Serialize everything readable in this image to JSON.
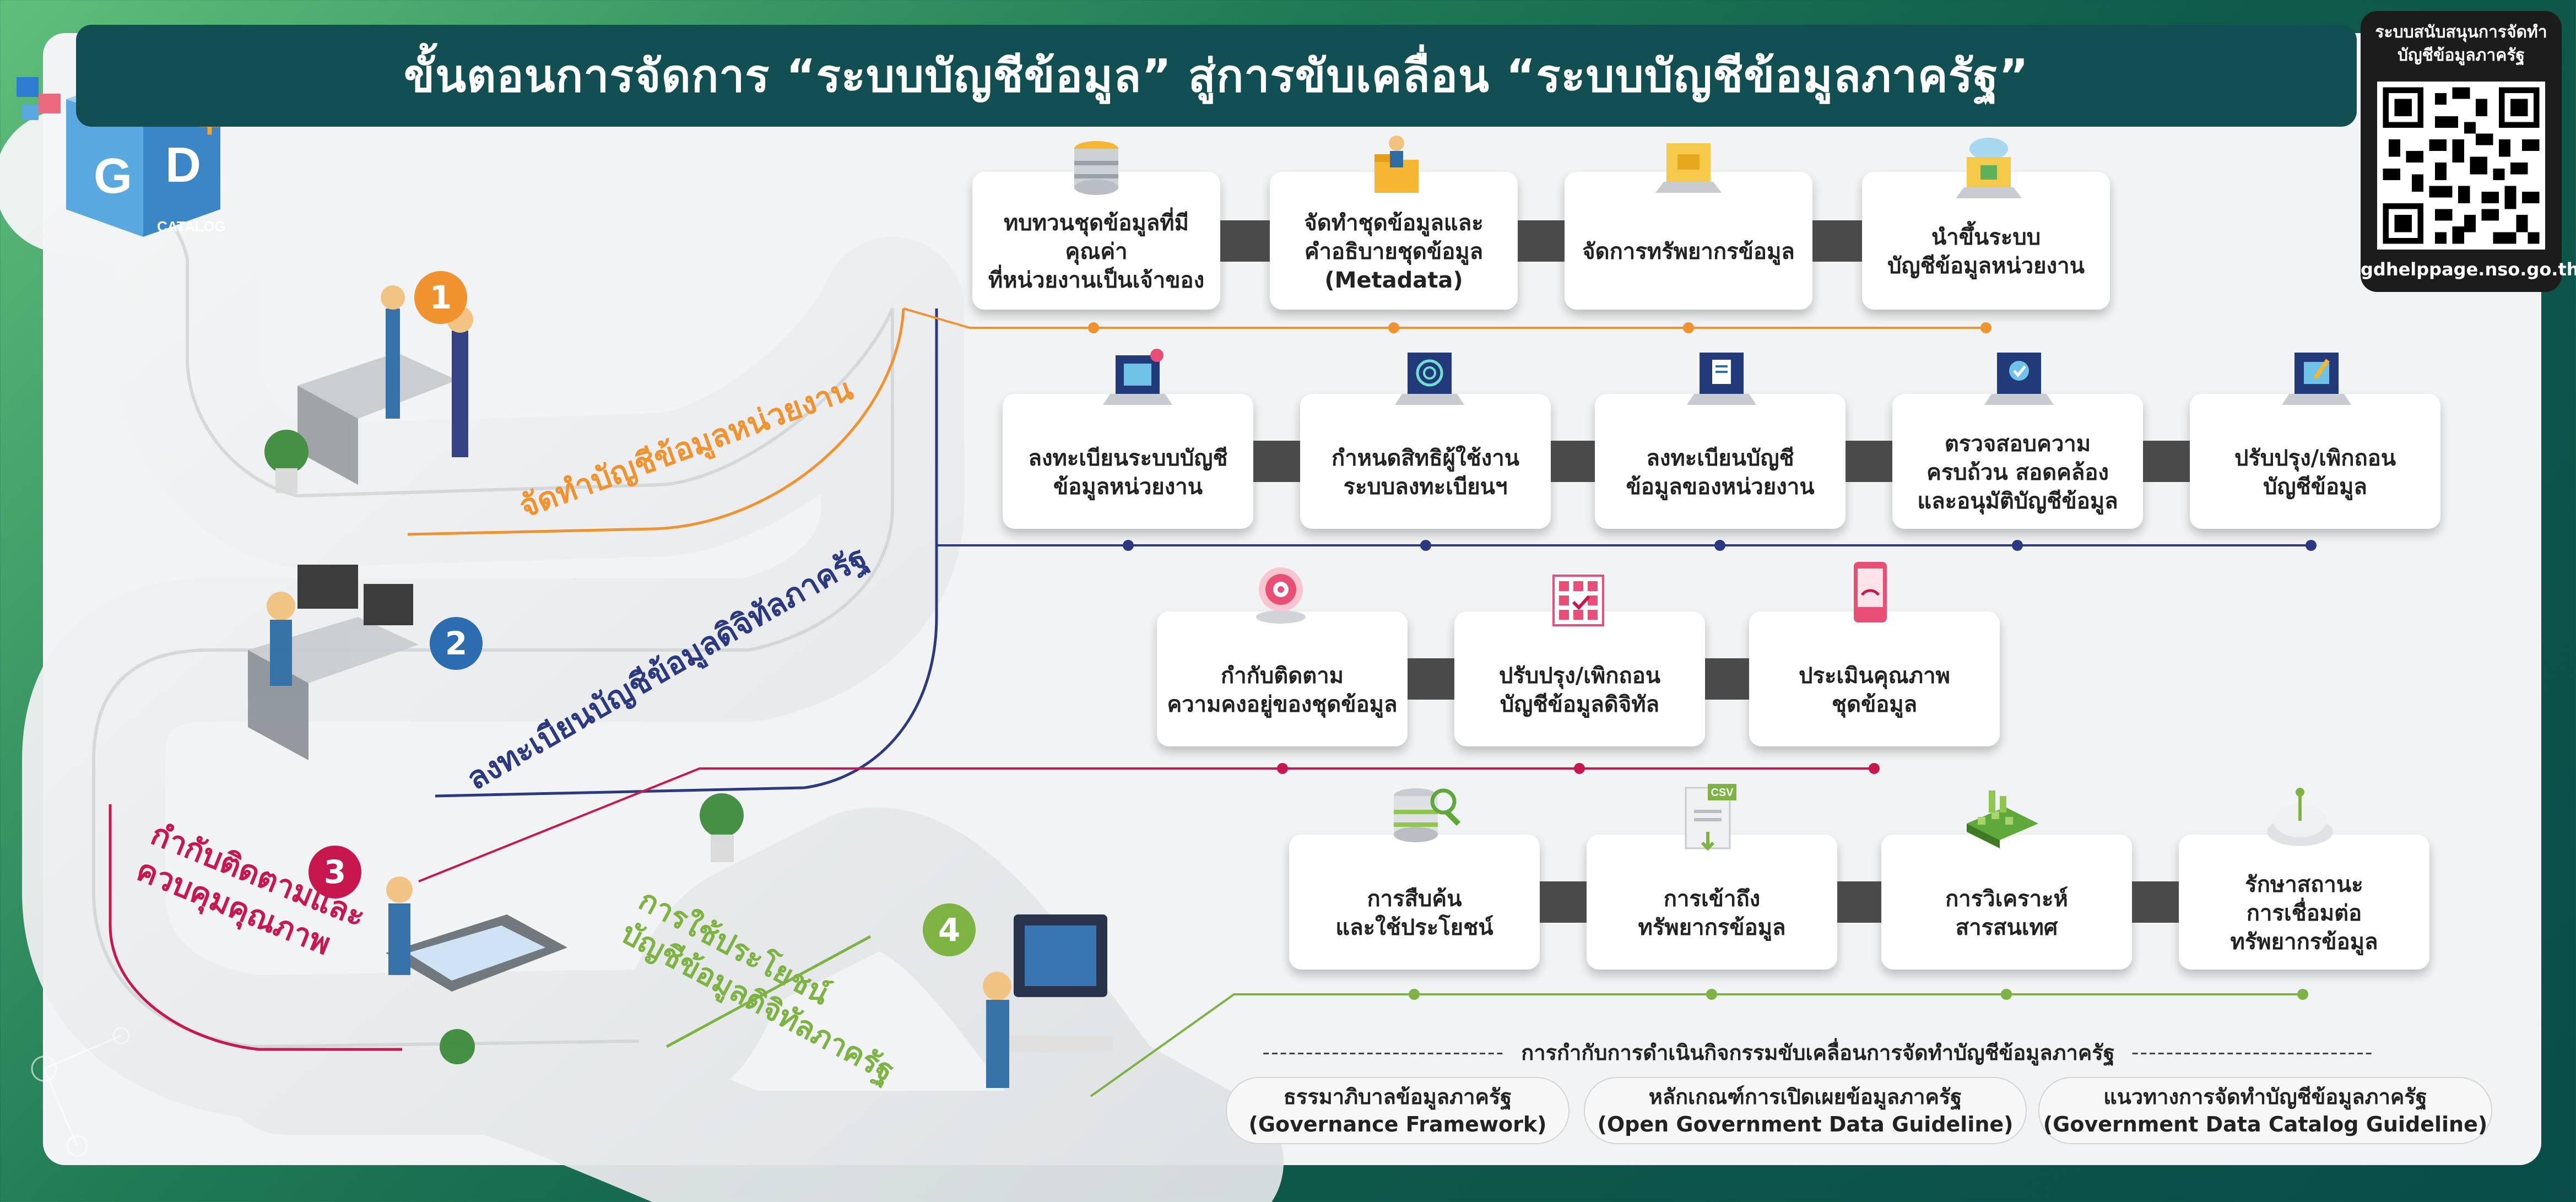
{
  "title": "ขั้นตอนการจัดการ “ระบบบัญชีข้อมูล” สู่การขับเคลื่อน “ระบบบัญชีข้อมูลภาครัฐ”",
  "qr": {
    "caption_line1": "ระบบสนับสนุนการจัดทำ",
    "caption_line2": "บัญชีข้อมูลภาครัฐ",
    "url": "gdhelppage.nso.go.th"
  },
  "logo": {
    "letters": [
      "G",
      "D",
      "+"
    ],
    "text": "CATALOG"
  },
  "stages": [
    {
      "number": "1",
      "label": "จัดทำบัญชีข้อมูลหน่วยงาน",
      "color": "#f0922e"
    },
    {
      "number": "2",
      "label": "ลงทะเบียนบัญชีข้อมูลดิจิทัลภาครัฐ",
      "color": "#2b3a80"
    },
    {
      "number": "3",
      "label_line1": "กำกับติดตามและ",
      "label_line2": "ควบคุมคุณภาพ",
      "color": "#c8174e"
    },
    {
      "number": "4",
      "label_line1": "การใช้ประโยชน์",
      "label_line2": "บัญชีข้อมูลดิจิทัลภาครัฐ",
      "color": "#7cb342"
    }
  ],
  "row1": [
    {
      "line1": "ทบทวนชุดข้อมูลที่มีคุณค่า",
      "line2": "ที่หน่วยงานเป็นเจ้าของ",
      "icon": "database-icon"
    },
    {
      "line1": "จัดทำชุดข้อมูลและ",
      "line2": "คำอธิบายชุดข้อมูล",
      "line3": "(Metadata)",
      "icon": "folder-person-icon"
    },
    {
      "line1": "จัดการทรัพยากรข้อมูล",
      "icon": "laptop-folder-icon"
    },
    {
      "line1": "นำขึ้นระบบ",
      "line2": "บัญชีข้อมูลหน่วยงาน",
      "icon": "cloud-upload-icon"
    }
  ],
  "row2": [
    {
      "line1": "ลงทะเบียนระบบบัญชี",
      "line2": "ข้อมูลหน่วยงาน",
      "icon": "registration-laptop-icon"
    },
    {
      "line1": "กำหนดสิทธิผู้ใช้งาน",
      "line2": "ระบบลงทะเบียนฯ",
      "icon": "fingerprint-icon"
    },
    {
      "line1": "ลงทะเบียนบัญชี",
      "line2": "ข้อมูลของหน่วยงาน",
      "icon": "document-laptop-icon"
    },
    {
      "line1": "ตรวจสอบความ",
      "line2": "ครบถ้วน สอดคล้อง",
      "line3": "และอนุมัติบัญชีข้อมูล",
      "icon": "approval-laptop-icon"
    },
    {
      "line1": "ปรับปรุง/เพิกถอน",
      "line2": "บัญชีข้อมูล",
      "icon": "edit-laptop-icon"
    }
  ],
  "row3": [
    {
      "line1": "กำกับติดตาม",
      "line2": "ความคงอยู่ของชุดข้อมูล",
      "icon": "target-icon"
    },
    {
      "line1": "ปรับปรุง/เพิกถอน",
      "line2": "บัญชีข้อมูลดิจิทัล",
      "icon": "grid-check-icon"
    },
    {
      "line1": "ประเมินคุณภาพ",
      "line2": "ชุดข้อมูล",
      "icon": "quality-gauge-icon"
    }
  ],
  "row4": [
    {
      "line1": "การสืบค้น",
      "line2": "และใช้ประโยชน์",
      "icon": "database-search-icon"
    },
    {
      "line1": "การเข้าถึง",
      "line2": "ทรัพยากรข้อมูล",
      "icon": "csv-file-icon",
      "badge": "CSV"
    },
    {
      "line1": "การวิเคราะห์",
      "line2": "สารสนเทศ",
      "icon": "analytics-icon"
    },
    {
      "line1": "รักษาสถานะ",
      "line2": "การเชื่อมต่อ",
      "line3": "ทรัพยากรข้อมูล",
      "icon": "cloud-link-icon"
    }
  ],
  "governance": {
    "dashes": "----------------------------",
    "title": "การกำกับการดำเนินกิจกรรมขับเคลื่อนการจัดทำบัญชีข้อมูลภาครัฐ",
    "items": [
      {
        "th": "ธรรมาภิบาลข้อมูลภาครัฐ",
        "en": "(Governance Framework)"
      },
      {
        "th": "หลักเกณฑ์การเปิดเผยข้อมูลภาครัฐ",
        "en": "(Open Government Data Guideline)"
      },
      {
        "th": "แนวทางการจัดทำบัญชีข้อมูลภาครัฐ",
        "en": "(Government Data Catalog Guideline)"
      }
    ]
  }
}
